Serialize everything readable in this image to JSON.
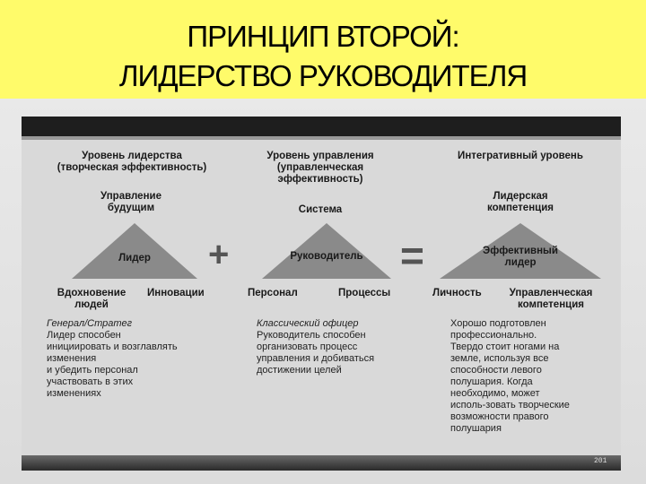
{
  "title": {
    "line1": "ПРИНЦИП ВТОРОЙ:",
    "line2": "ЛИДЕРСТВО РУКОВОДИТЕЛЯ"
  },
  "columns": [
    {
      "heading": "Уровень лидерства (творческая эффективность)",
      "top_label": "Управление будущим",
      "triangle_label": "Лидер",
      "bottom_left": "Вдохновение людей",
      "bottom_right": "Инновации",
      "description": [
        "Генерал/Стратег",
        "Лидер способен",
        "инициировать и возглавлять",
        "изменения",
        "и убедить персонал",
        "участвовать в этих",
        "изменениях"
      ]
    },
    {
      "heading": "Уровень управления (управленческая эффективность)",
      "top_label": "Система",
      "triangle_label": "Руководитель",
      "bottom_left": "Персонал",
      "bottom_right": "Процессы",
      "description": [
        "Классический офицер",
        "Руководитель способен",
        "организовать процесс",
        "управления и добиваться",
        "достижении целей"
      ]
    },
    {
      "heading": "Интегративный уровень",
      "top_label": "Лидерская компетенция",
      "triangle_label": "Эффективный лидер",
      "bottom_left": "Личность",
      "bottom_right": "Управленческая компетенция",
      "description": [
        "Хорошо подготовлен",
        "профессионально.",
        "Твердо стоит ногами на",
        "земле, используя все",
        "способности левого",
        "полушария. Когда",
        "необходимо, может",
        "исполь-зовать творческие",
        "возможности правого",
        "полушария"
      ]
    }
  ],
  "operators": {
    "plus": "+",
    "equals": "="
  },
  "page_code": "201",
  "colors": {
    "header_bg": "#fffb6a",
    "triangle": "#8a8a8a",
    "topbar": "#1e1e1e"
  }
}
